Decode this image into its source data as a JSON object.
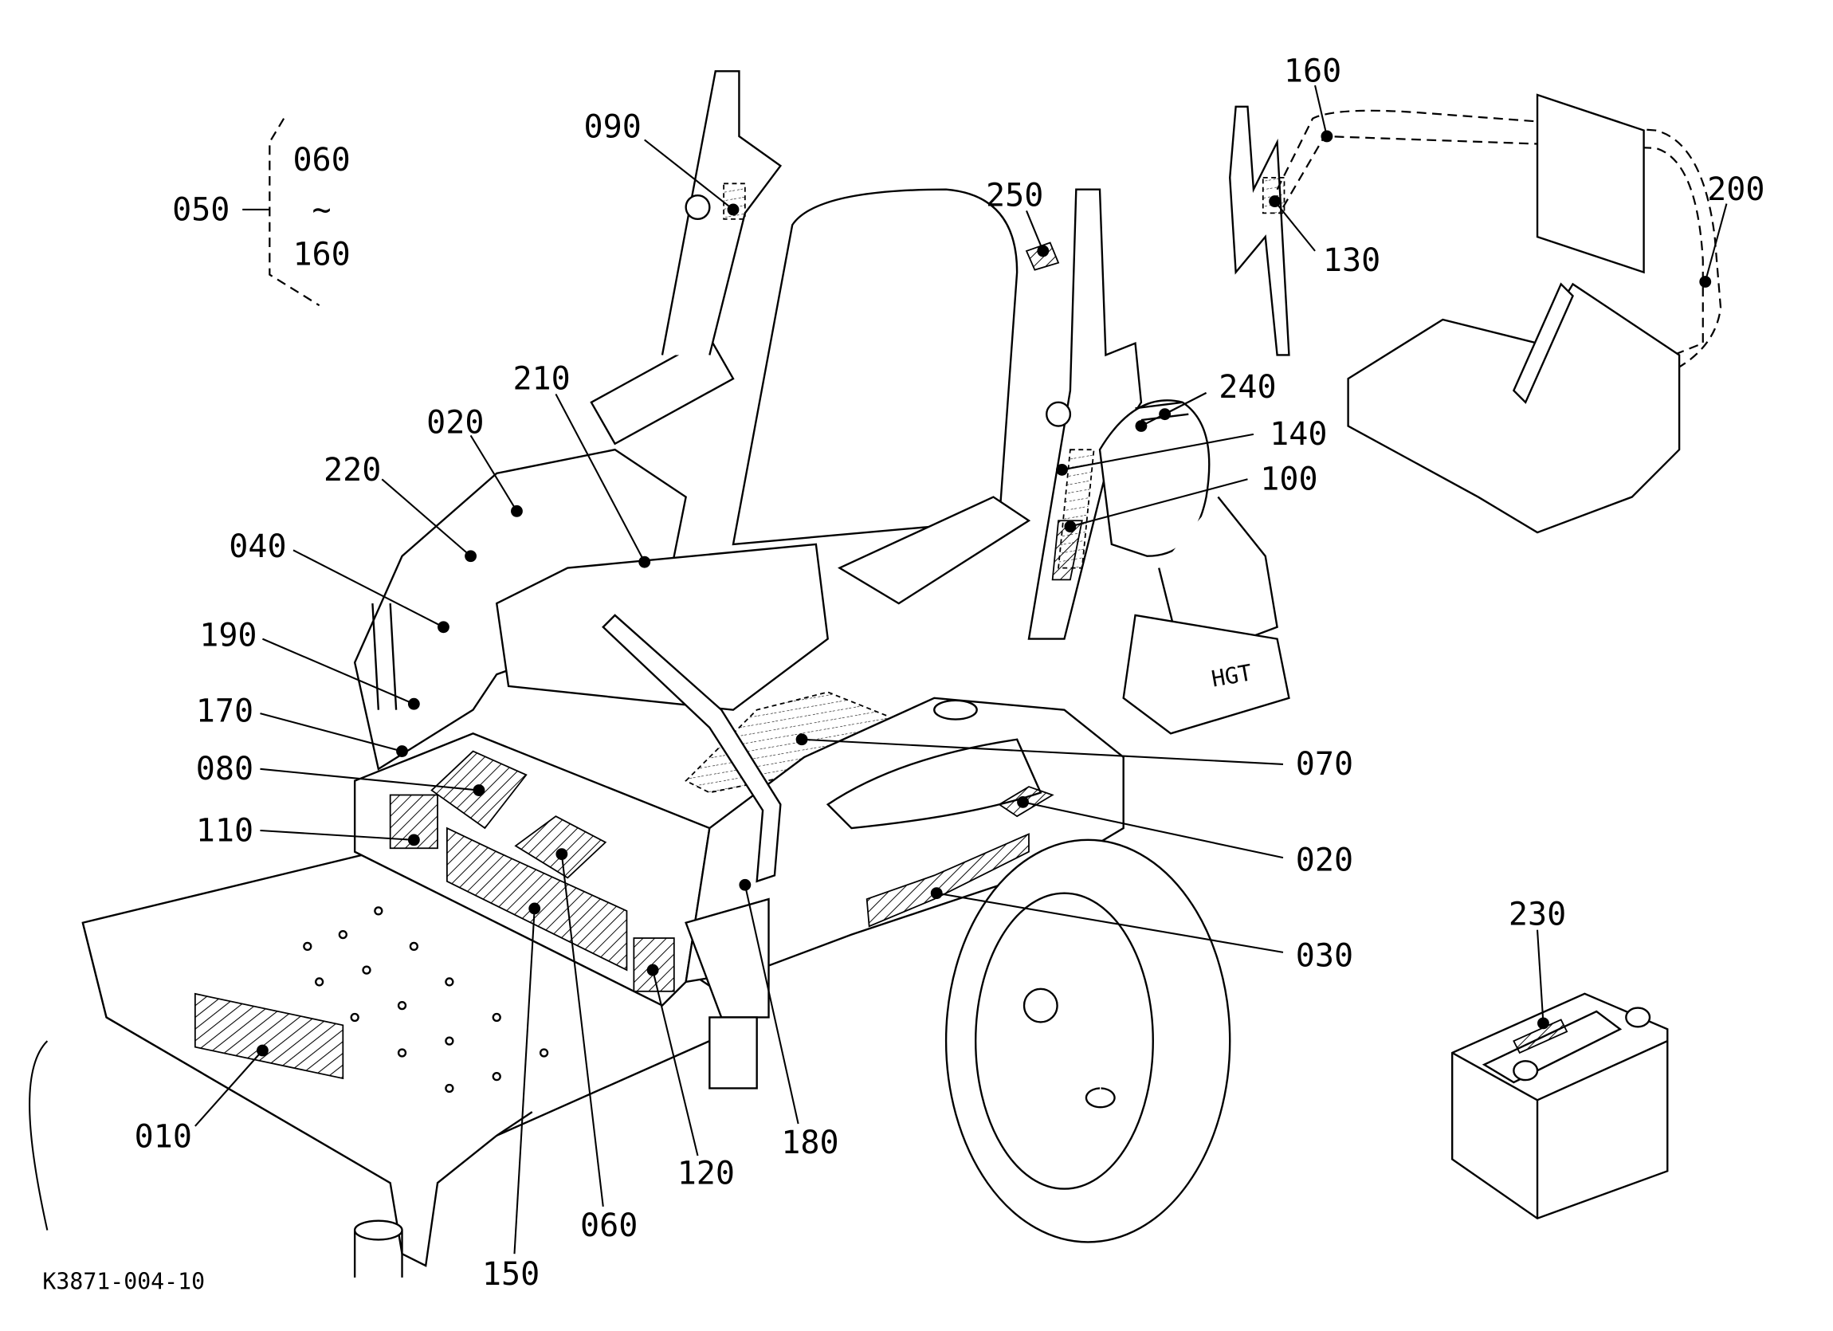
{
  "diagram": {
    "drawing_code": "K3871-004-10",
    "brand_mark": "HGT",
    "range_group": {
      "label": "050",
      "from": "060",
      "separator": "~",
      "to": "160"
    },
    "callouts": [
      "090",
      "250",
      "160",
      "130",
      "200",
      "240",
      "140",
      "100",
      "210",
      "020",
      "220",
      "040",
      "190",
      "170",
      "080",
      "110",
      "070",
      "020",
      "030",
      "230",
      "010",
      "180",
      "120",
      "060",
      "150"
    ]
  }
}
